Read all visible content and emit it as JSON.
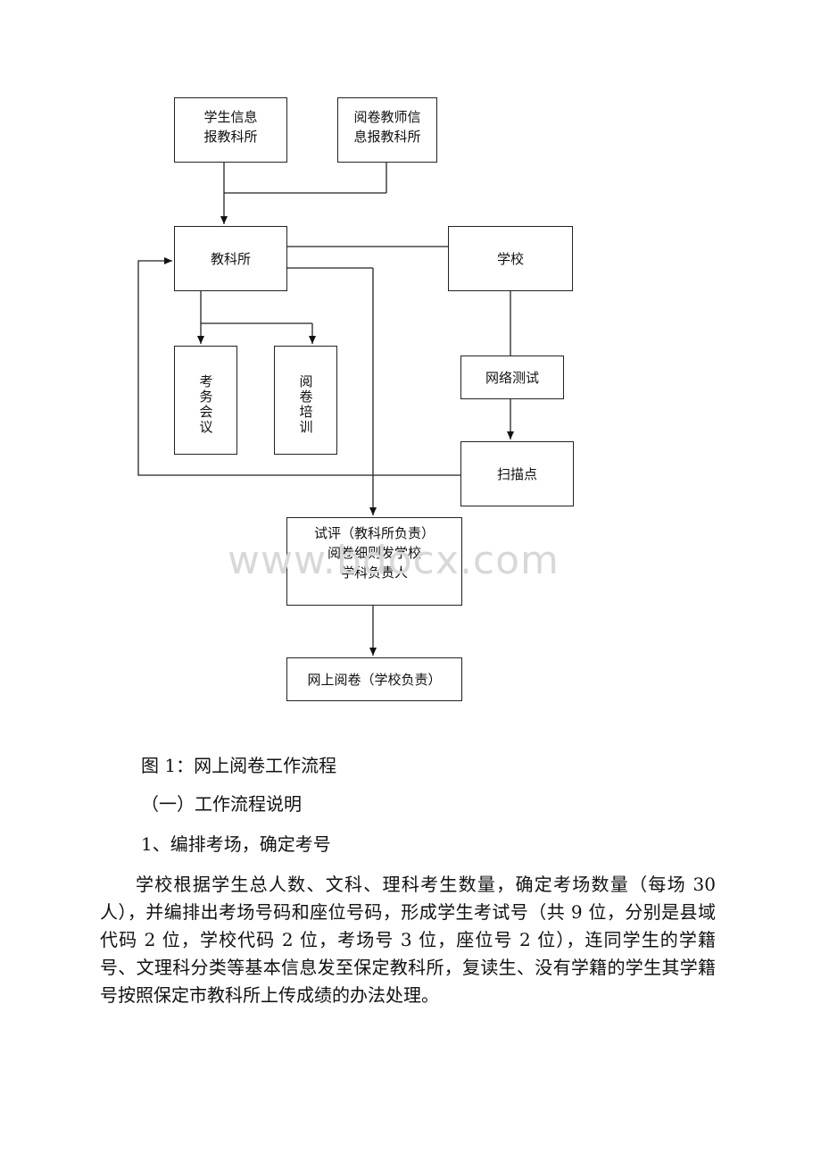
{
  "diagram": {
    "nodes": {
      "student_info": "学生信息\n报教科所",
      "teacher_info": "阅卷教师信\n息报教科所",
      "jiaokesuo": "教科所",
      "school": "学校",
      "exam_meeting": "考务会议",
      "marking_training": "阅卷培训",
      "network_test": "网络测试",
      "scan_point": "扫描点",
      "trial_marking": "试评（教科所负责）\n阅卷细则发学校\n学科负责人",
      "online_marking": "网上阅卷（学校负责）"
    },
    "watermark": "www.bdocx.com"
  },
  "text": {
    "figure_caption": "图 1：网上阅卷工作流程",
    "section_heading": "（一）工作流程说明",
    "item_heading": "1、编排考场，确定考号",
    "paragraph": "学校根据学生总人数、文科、理科考生数量，确定考场数量（每场 30 人），并编排出考场号码和座位号码，形成学生考试号（共 9 位，分别是县域代码 2 位，学校代码 2 位，考场号 3 位，座位号 2 位），连同学生的学籍号、文理科分类等基本信息发至保定教科所，复读生、没有学籍的学生其学籍号按照保定市教科所上传成绩的办法处理。"
  }
}
